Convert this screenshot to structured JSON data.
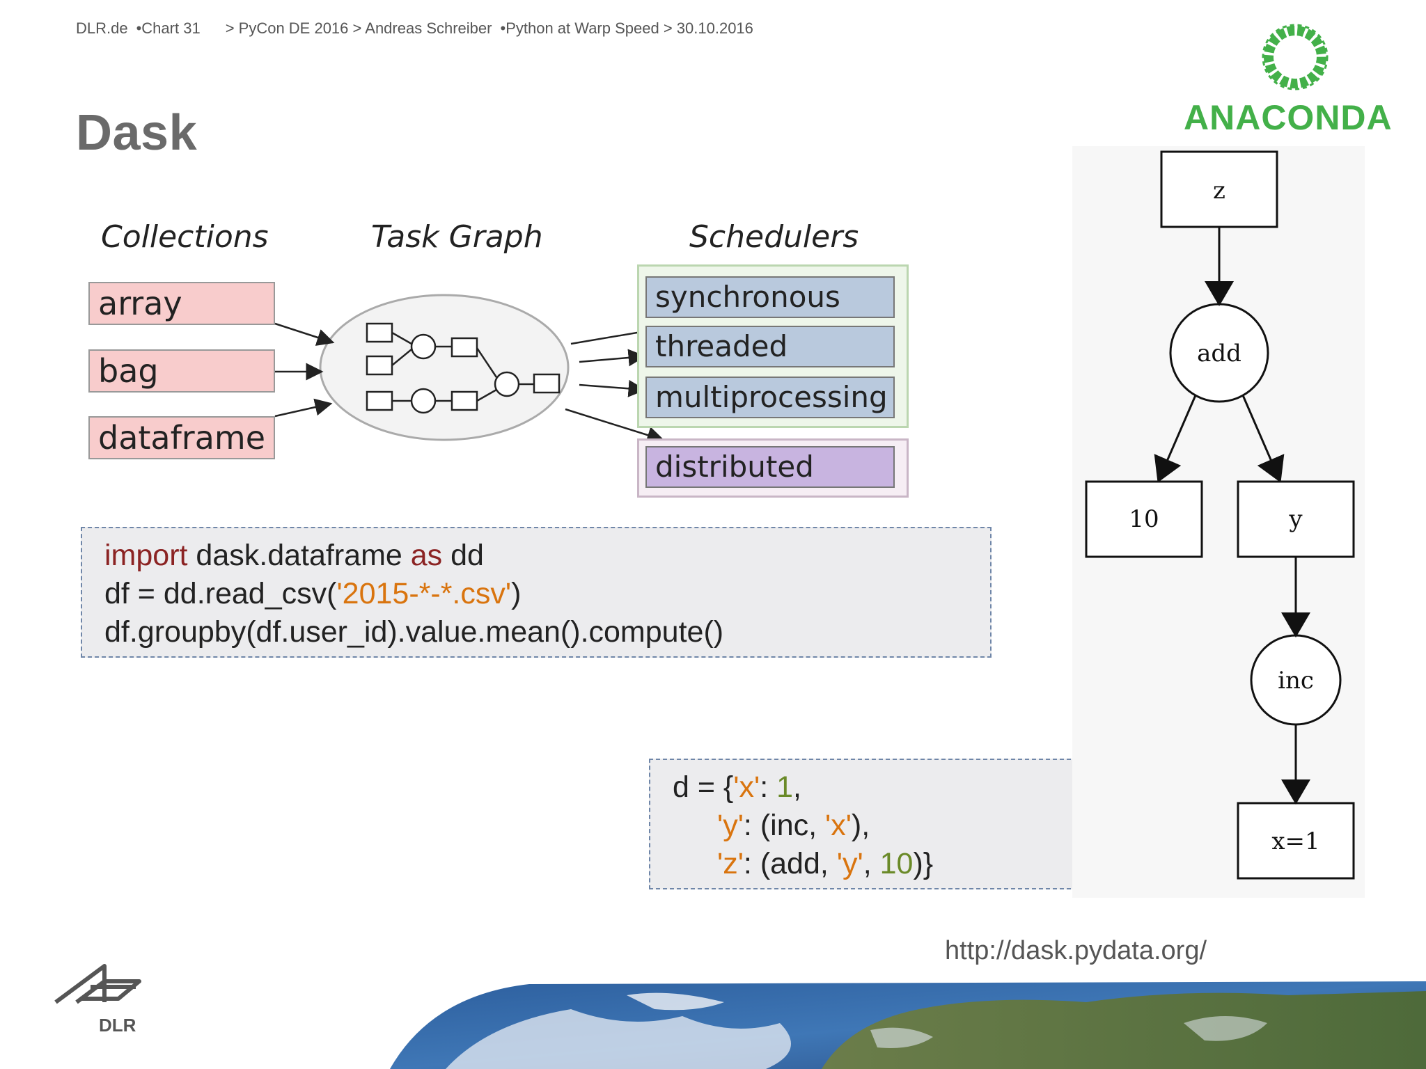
{
  "header": {
    "site": "DLR.de",
    "chart": "Chart 31",
    "path_a": "> PyCon DE 2016 > Andreas Schreiber",
    "path_b": "Python at Warp Speed > 30.10.2016",
    "separator": "•"
  },
  "title": "Dask",
  "logo": {
    "anaconda_text": "ANACONDA",
    "anaconda_color": "#43b049",
    "dlr_text": "DLR"
  },
  "diagram": {
    "headings": {
      "collections": "Collections",
      "task_graph": "Task Graph",
      "schedulers": "Schedulers"
    },
    "collections": [
      "array",
      "bag",
      "dataframe"
    ],
    "schedulers": [
      "synchronous",
      "threaded",
      "multiprocessing",
      "distributed"
    ],
    "colors": {
      "collection_fill": "#f8cccc",
      "scheduler_fill": "#b9c9dd",
      "distributed_fill": "#c8b4e0"
    }
  },
  "code1": {
    "line1_kw1": "import",
    "line1_mid": " dask.dataframe ",
    "line1_kw2": "as",
    "line1_end": " dd",
    "line2_pre": "df = dd.read_csv(",
    "line2_str": "'2015-*-*.csv'",
    "line2_post": ")",
    "line3": "df.groupby(df.user_id).value.mean().compute()"
  },
  "code2": {
    "l1_pre": "d = {",
    "l1_key": "'x'",
    "l1_colon": ": ",
    "l1_num": "1",
    "l1_end": ",",
    "l2_key": "'y'",
    "l2_mid": ": (inc, ",
    "l2_arg": "'x'",
    "l2_end": "),",
    "l3_key": "'z'",
    "l3_mid": ": (add, ",
    "l3_arg": "'y'",
    "l3_comma": ", ",
    "l3_num": "10",
    "l3_end": ")}"
  },
  "dag": {
    "nodes": {
      "z": "z",
      "add": "add",
      "ten": "10",
      "y": "y",
      "inc": "inc",
      "x": "x=1"
    }
  },
  "url": "http://dask.pydata.org/"
}
